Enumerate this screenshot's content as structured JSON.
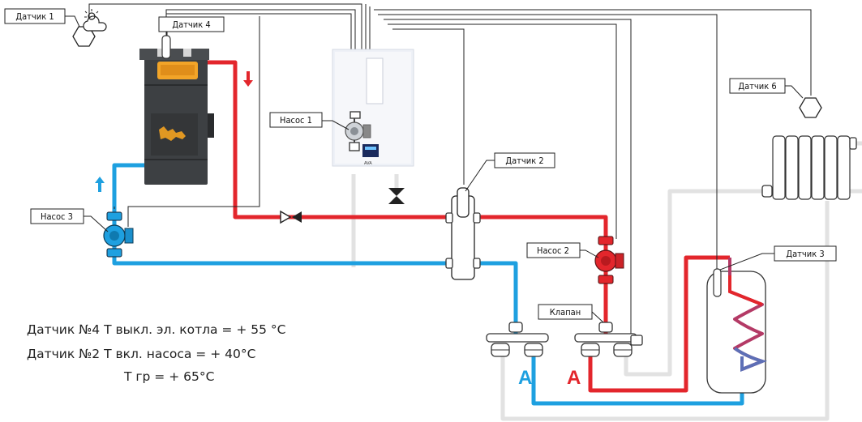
{
  "labels": {
    "sensor1": "Датчик 1",
    "sensor2": "Датчик 2",
    "sensor3": "Датчик 3",
    "sensor4": "Датчик 4",
    "sensor6": "Датчик 6",
    "pump1": "Насос 1",
    "pump2": "Насос 2",
    "pump3": "Насос 3",
    "valve": "Клапан"
  },
  "notes": {
    "line1": "Датчик №4 Т выкл. эл. котла = + 55 °С",
    "line2": "Датчик №2 Т вкл. насоса = + 40°С",
    "line3": "Т гр = + 65°С"
  },
  "ports": {
    "supply_blue": "А",
    "supply_red": "А"
  },
  "colors": {
    "hot": "#e3262c",
    "cold": "#1ea0e0",
    "neutral": "#e2e2e2"
  }
}
